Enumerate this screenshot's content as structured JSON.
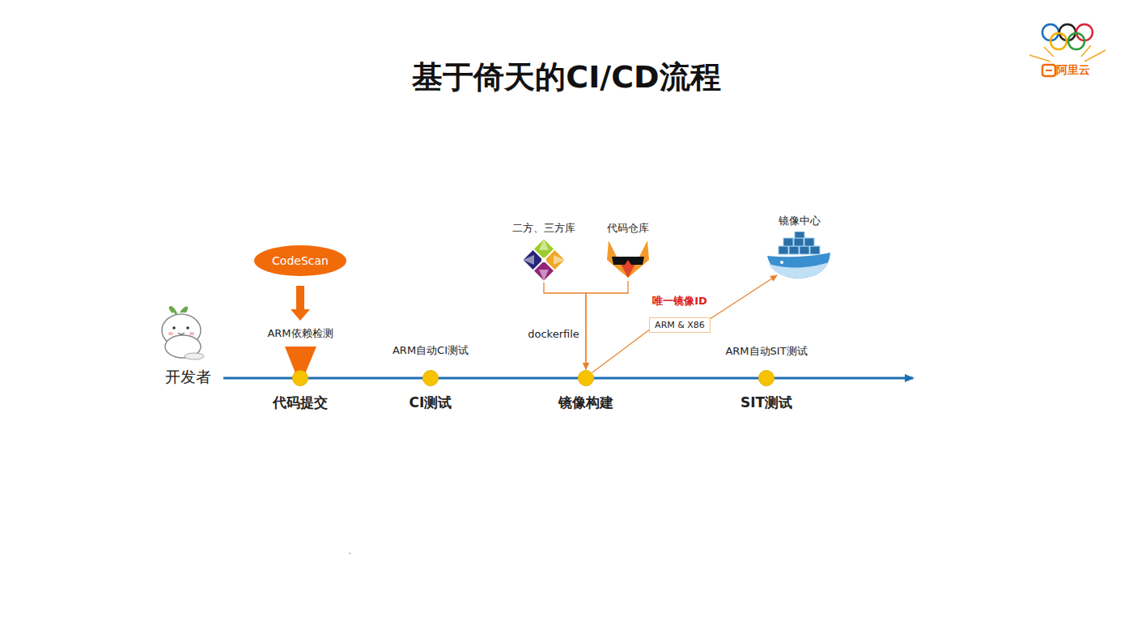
{
  "diagram": {
    "title": "基于倚天的CI/CD流程",
    "nodes": [
      {
        "text": [
          "CodeScan"
        ]
      },
      {
        "text": [
          "代码提交"
        ]
      },
      {
        "text": [
          "CI测试"
        ]
      },
      {
        "text": [
          "二方、三方库"
        ]
      },
      {
        "text": [
          "代码仓库"
        ]
      },
      {
        "text": [
          "镜像构建"
        ]
      },
      {
        "text": [
          "ARM & X86"
        ]
      },
      {
        "text": [
          "镜像中心"
        ]
      },
      {
        "text": [
          "SIT测试"
        ]
      }
    ],
    "edges": [
      {
        "from": 3,
        "to": 5,
        "arrow": "to"
      },
      {
        "from": 4,
        "to": 5,
        "arrow": "to"
      },
      {
        "from": 5,
        "to": 6,
        "arrow": "none"
      },
      {
        "from": 6,
        "to": 7,
        "arrow": "to"
      }
    ],
    "labels": [
      "开发者",
      "ARM依赖检测",
      "ARM自动CI测试",
      "dockerfile",
      "唯一镜像ID",
      "ARM自动SIT测试",
      "阿里云",
      "、"
    ]
  }
}
